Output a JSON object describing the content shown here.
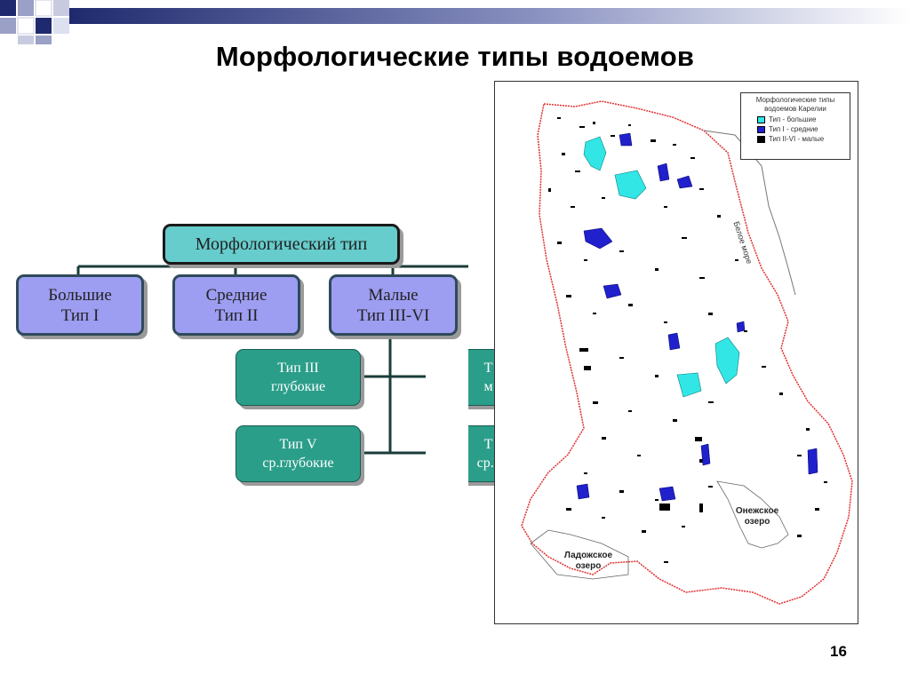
{
  "slide": {
    "title": "Морфологические типы водоемов",
    "page_number": "16"
  },
  "colors": {
    "root_fill": "#66cccc",
    "level1_fill": "#9d9df2",
    "level2_fill": "#2b9e8a",
    "lake_large": "#33e6e6",
    "lake_medium": "#2020cc",
    "lake_small": "#000000",
    "border_red": "#e03030"
  },
  "diagram": {
    "root": "Морфологический тип",
    "level1": [
      {
        "line1": "Большие",
        "line2": "Тип I"
      },
      {
        "line1": "Средние",
        "line2": "Тип II"
      },
      {
        "line1": "Малые",
        "line2": "Тип III-VI"
      }
    ],
    "level2": [
      {
        "line1": "Тип III",
        "line2": "глубокие"
      },
      {
        "line1": "Т",
        "line2": "м"
      },
      {
        "line1": "Тип V",
        "line2": "ср.глубокие"
      },
      {
        "line1": "Т",
        "line2": "ср.г"
      }
    ]
  },
  "map": {
    "legend": {
      "title_line1": "Морфологические типы",
      "title_line2": "водоемов Карелии",
      "items": [
        "Тип - большие",
        "Тип I - средние",
        "Тип II-VI - малые"
      ]
    },
    "labels": {
      "onega_line1": "Онежское",
      "onega_line2": "озеро",
      "ladoga_line1": "Ладожское",
      "ladoga_line2": "озеро",
      "white_sea": "Белое море"
    }
  }
}
